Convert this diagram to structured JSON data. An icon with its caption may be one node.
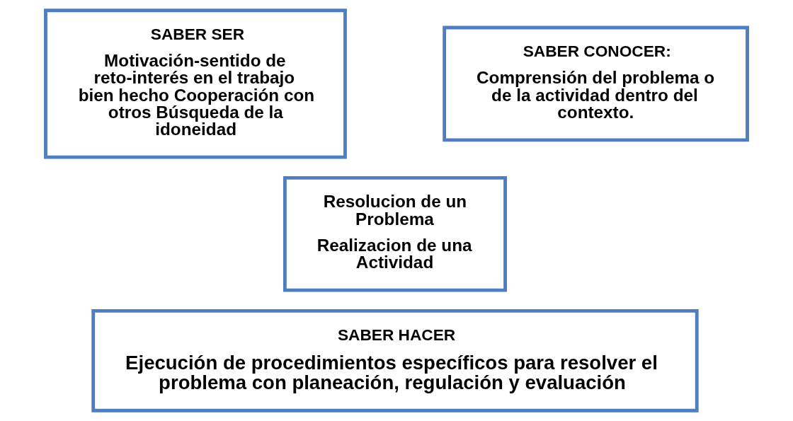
{
  "diagram": {
    "nodes": [
      {
        "text": [
          "SABER SER",
          "Motivación-sentido de reto-interés en el trabajo bien hecho Cooperación con otros Búsqueda de la idoneidad"
        ]
      },
      {
        "text": [
          "SABER CONOCER:",
          "Comprensión del problema o de la actividad dentro del contexto."
        ]
      },
      {
        "text": [
          "Resolucion de un Problema",
          "Realizacion de una Actividad"
        ]
      },
      {
        "text": [
          "SABER HACER",
          "Ejecución de procedimientos específicos para resolver el problema con planeación, regulación y evaluación"
        ]
      }
    ],
    "edges": []
  }
}
